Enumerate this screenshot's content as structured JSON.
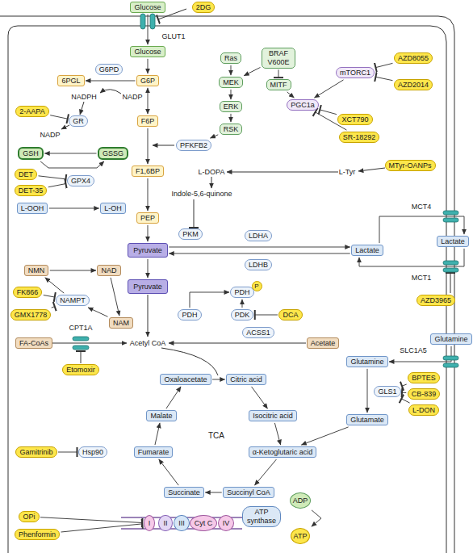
{
  "diagram": {
    "nodes": [
      {
        "text": [
          "Glucose"
        ]
      },
      {
        "text": [
          "2DG"
        ]
      },
      {
        "text": [
          "Glucose"
        ]
      },
      {
        "text": [
          "6PGL"
        ]
      },
      {
        "text": [
          "G6P"
        ]
      },
      {
        "text": [
          "G6PD"
        ]
      },
      {
        "text": [
          "2-AAPA"
        ]
      },
      {
        "text": [
          "GR"
        ]
      },
      {
        "text": [
          "GSH"
        ]
      },
      {
        "text": [
          "GSSG"
        ]
      },
      {
        "text": [
          "F6P"
        ]
      },
      {
        "text": [
          "DET"
        ]
      },
      {
        "text": [
          "DET-35"
        ]
      },
      {
        "text": [
          "GPX4"
        ]
      },
      {
        "text": [
          "L-OOH"
        ]
      },
      {
        "text": [
          "L-OH"
        ]
      },
      {
        "text": [
          "PFKFB2"
        ]
      },
      {
        "text": [
          "F1,6BP"
        ]
      },
      {
        "text": [
          "Ras"
        ]
      },
      {
        "text": [
          "MEK"
        ]
      },
      {
        "text": [
          "ERK"
        ]
      },
      {
        "text": [
          "RSK"
        ]
      },
      {
        "text": [
          "BRAF V600E"
        ]
      },
      {
        "text": [
          "MITF"
        ]
      },
      {
        "text": [
          "mTORC1"
        ]
      },
      {
        "text": [
          "AZD8055"
        ]
      },
      {
        "text": [
          "AZD2014"
        ]
      },
      {
        "text": [
          "PGC1a"
        ]
      },
      {
        "text": [
          "XCT790"
        ]
      },
      {
        "text": [
          "SR-18292"
        ]
      },
      {
        "text": [
          "MTyr-OANPs"
        ]
      },
      {
        "text": [
          "PEP"
        ]
      },
      {
        "text": [
          "PKM"
        ]
      },
      {
        "text": [
          "Pyruvate"
        ]
      },
      {
        "text": [
          "LDHA"
        ]
      },
      {
        "text": [
          "LDHB"
        ]
      },
      {
        "text": [
          "Lactate"
        ]
      },
      {
        "text": [
          "Lactate"
        ]
      },
      {
        "text": [
          "AZD3965"
        ]
      },
      {
        "text": [
          "NMN"
        ]
      },
      {
        "text": [
          "NAD"
        ]
      },
      {
        "text": [
          "NAMPT"
        ]
      },
      {
        "text": [
          "NAM"
        ]
      },
      {
        "text": [
          "FK866"
        ]
      },
      {
        "text": [
          "GMX1778"
        ]
      },
      {
        "text": [
          "Pyruvate"
        ]
      },
      {
        "text": [
          "PDH"
        ]
      },
      {
        "text": [
          "PDH"
        ]
      },
      {
        "text": [
          "PDK"
        ]
      },
      {
        "text": [
          "DCA"
        ]
      },
      {
        "text": [
          "ACSS1"
        ]
      },
      {
        "text": [
          "Acetate"
        ]
      },
      {
        "text": [
          "FA-CoAs"
        ]
      },
      {
        "text": [
          "Etomoxir"
        ]
      },
      {
        "text": [
          "Glutamine"
        ]
      },
      {
        "text": [
          "Glutamine"
        ]
      },
      {
        "text": [
          "GLS1"
        ]
      },
      {
        "text": [
          "BPTES"
        ]
      },
      {
        "text": [
          "CB-839"
        ]
      },
      {
        "text": [
          "L-DON"
        ]
      },
      {
        "text": [
          "Glutamate"
        ]
      },
      {
        "text": [
          "Oxaloacetate"
        ]
      },
      {
        "text": [
          "Citric acid"
        ]
      },
      {
        "text": [
          "Isocitric acid"
        ]
      },
      {
        "text": [
          "α-Ketoglutaric acid"
        ]
      },
      {
        "text": [
          "Succinyl CoA"
        ]
      },
      {
        "text": [
          "Succinate"
        ]
      },
      {
        "text": [
          "Fumarate"
        ]
      },
      {
        "text": [
          "Malate"
        ]
      },
      {
        "text": [
          "Hsp90"
        ]
      },
      {
        "text": [
          "Gamitrinib"
        ]
      },
      {
        "text": [
          "OPi"
        ]
      },
      {
        "text": [
          "Phenformin"
        ]
      },
      {
        "text": [
          "I"
        ]
      },
      {
        "text": [
          "II"
        ]
      },
      {
        "text": [
          "III"
        ]
      },
      {
        "text": [
          "Cyt C"
        ]
      },
      {
        "text": [
          "IV"
        ]
      },
      {
        "text": [
          "ATP synthase"
        ]
      },
      {
        "text": [
          "ADP"
        ]
      },
      {
        "text": [
          "ATP"
        ]
      }
    ],
    "edges": [
      {
        "from": 0,
        "to": 2,
        "arrow": "to"
      },
      {
        "from": 2,
        "to": 4,
        "arrow": "to"
      },
      {
        "from": 4,
        "to": 3,
        "arrow": "to"
      },
      {
        "from": 4,
        "to": 10,
        "arrow": "both"
      },
      {
        "from": 10,
        "to": 17,
        "arrow": "to"
      },
      {
        "from": 17,
        "to": 31,
        "arrow": "to"
      },
      {
        "from": 31,
        "to": 33,
        "arrow": "to"
      },
      {
        "from": 33,
        "to": 45,
        "arrow": "to"
      },
      {
        "from": 33,
        "to": 36,
        "arrow": "to"
      },
      {
        "from": 36,
        "to": 33,
        "arrow": "to"
      },
      {
        "from": 36,
        "to": 37,
        "arrow": "to"
      },
      {
        "from": 37,
        "to": 36,
        "arrow": "to"
      },
      {
        "from": 18,
        "to": 19,
        "arrow": "to"
      },
      {
        "from": 19,
        "to": 20,
        "arrow": "to"
      },
      {
        "from": 20,
        "to": 21,
        "arrow": "to"
      },
      {
        "from": 22,
        "to": 19,
        "arrow": "to"
      },
      {
        "from": 22,
        "to": 23,
        "arrow": "to"
      },
      {
        "from": 23,
        "to": 27,
        "arrow": "to"
      },
      {
        "from": 24,
        "to": 27,
        "arrow": "to"
      },
      {
        "from": 25,
        "to": 24,
        "arrow": "to"
      },
      {
        "from": 26,
        "to": 24,
        "arrow": "to"
      },
      {
        "from": 28,
        "to": 27,
        "arrow": "to"
      },
      {
        "from": 29,
        "to": 27,
        "arrow": "to"
      },
      {
        "from": 21,
        "to": 16,
        "arrow": "to"
      },
      {
        "from": 6,
        "to": 7,
        "arrow": "to"
      },
      {
        "from": 9,
        "to": 8,
        "arrow": "to"
      },
      {
        "from": 8,
        "to": 9,
        "arrow": "to"
      },
      {
        "from": 11,
        "to": 13,
        "arrow": "to"
      },
      {
        "from": 12,
        "to": 13,
        "arrow": "to"
      },
      {
        "from": 14,
        "to": 15,
        "arrow": "to"
      },
      {
        "from": 39,
        "to": 40,
        "arrow": "to"
      },
      {
        "from": 40,
        "to": 42,
        "arrow": "to"
      },
      {
        "from": 42,
        "to": 41,
        "arrow": "to"
      },
      {
        "from": 41,
        "to": 39,
        "arrow": "to"
      },
      {
        "from": 43,
        "to": 41,
        "arrow": "to"
      },
      {
        "from": 44,
        "to": 41,
        "arrow": "to"
      },
      {
        "from": 47,
        "to": 46,
        "arrow": "to"
      },
      {
        "from": 48,
        "to": 46,
        "arrow": "to"
      },
      {
        "from": 49,
        "to": 48,
        "arrow": "to"
      },
      {
        "from": 55,
        "to": 54,
        "arrow": "to"
      },
      {
        "from": 54,
        "to": 60,
        "arrow": "to"
      },
      {
        "from": 60,
        "to": 64,
        "arrow": "to"
      },
      {
        "from": 57,
        "to": 56,
        "arrow": "to"
      },
      {
        "from": 58,
        "to": 56,
        "arrow": "to"
      },
      {
        "from": 59,
        "to": 56,
        "arrow": "to"
      },
      {
        "from": 61,
        "to": 62,
        "arrow": "to"
      },
      {
        "from": 62,
        "to": 63,
        "arrow": "to"
      },
      {
        "from": 63,
        "to": 64,
        "arrow": "to"
      },
      {
        "from": 64,
        "to": 65,
        "arrow": "to"
      },
      {
        "from": 65,
        "to": 66,
        "arrow": "to"
      },
      {
        "from": 66,
        "to": 67,
        "arrow": "to"
      },
      {
        "from": 67,
        "to": 68,
        "arrow": "to"
      },
      {
        "from": 68,
        "to": 61,
        "arrow": "to"
      },
      {
        "from": 70,
        "to": 69,
        "arrow": "to"
      },
      {
        "from": 71,
        "to": 73,
        "arrow": "to"
      },
      {
        "from": 72,
        "to": 73,
        "arrow": "to"
      },
      {
        "from": 79,
        "to": 80,
        "arrow": "to"
      }
    ],
    "labels": [
      "GLUT1",
      "NADPH",
      "NADP",
      "NADP",
      "L-Tyr",
      "L-DOPA",
      "Indole-5,6-quinone",
      "MCT4",
      "MCT1",
      "P",
      "Acetyl CoA",
      "SLC1A5",
      "CPT1A",
      "TCA"
    ]
  }
}
